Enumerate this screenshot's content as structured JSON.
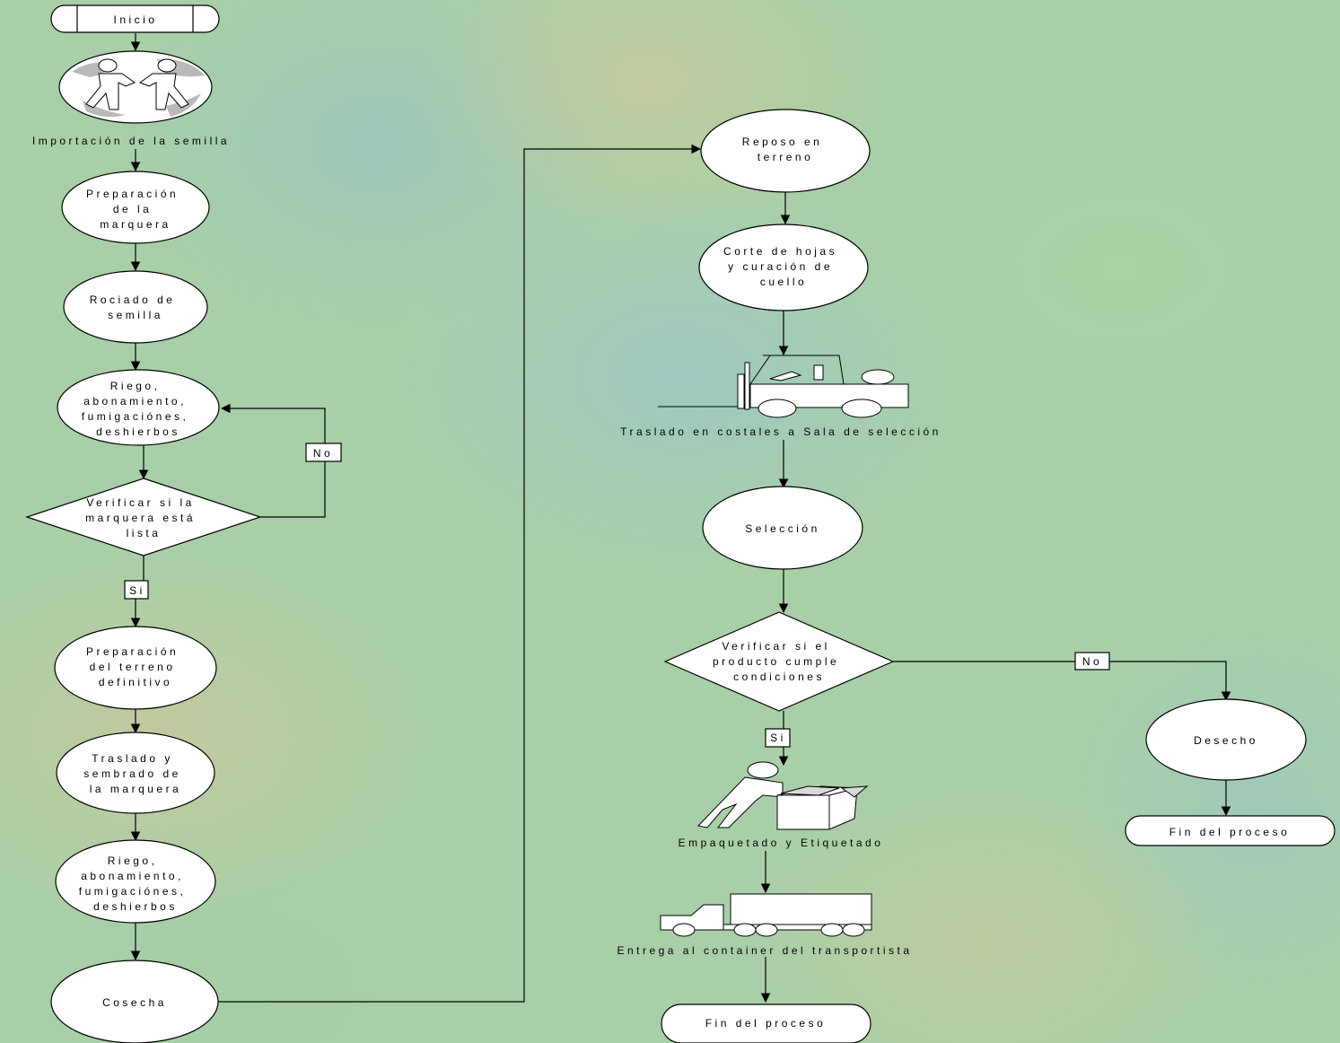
{
  "nodes": {
    "inicio": "Inicio",
    "importacion": "Importación de la semilla",
    "preparacion_marquera": [
      "Preparación",
      "de la",
      "marquera"
    ],
    "rociado": [
      "Rociado de",
      "semilla"
    ],
    "riego1": [
      "Riego,",
      "abonamiento,",
      "fumigaciónes,",
      "deshierbos"
    ],
    "verificar_marquera": [
      "Verificar si la",
      "marquera está",
      "lista"
    ],
    "preparacion_terreno": [
      "Preparación",
      "del terreno",
      "definitivo"
    ],
    "traslado_sembrado": [
      "Traslado y",
      "sembrado de",
      "la marquera"
    ],
    "riego2": [
      "Riego,",
      "abonamiento,",
      "fumigaciónes,",
      "deshierbos"
    ],
    "cosecha": "Cosecha",
    "reposo": [
      "Reposo en",
      "terreno"
    ],
    "corte": [
      "Corte de hojas",
      "y curación de",
      "cuello"
    ],
    "traslado_costales": "Traslado en costales a Sala de selección",
    "seleccion": "Selección",
    "verificar_producto": [
      "Verificar si el",
      "producto cumple",
      "condiciones"
    ],
    "empaquetado": "Empaquetado y Etiquetado",
    "entrega": "Entrega al container del transportista",
    "fin1": "Fin del proceso",
    "desecho": "Desecho",
    "fin2": "Fin del proceso"
  },
  "edge_labels": {
    "no_marquera": "No",
    "si_marquera": "Si",
    "no_producto": "No",
    "si_producto": "Si"
  },
  "icons": [
    "handshake-globe-icon",
    "forklift-icon",
    "person-lifting-box-icon",
    "truck-icon"
  ],
  "colors": {
    "shape_fill": "#ffffff",
    "stroke": "#000000"
  }
}
